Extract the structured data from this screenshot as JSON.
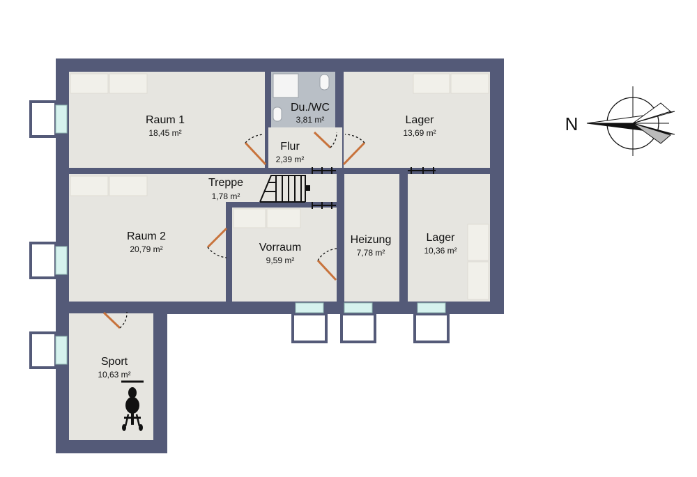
{
  "floorplan": {
    "rooms": {
      "raum1": {
        "name": "Raum 1",
        "area": "18,45 m²"
      },
      "duwc": {
        "name": "Du./WC",
        "area": "3,81 m²"
      },
      "lager1": {
        "name": "Lager",
        "area": "13,69 m²"
      },
      "flur": {
        "name": "Flur",
        "area": "2,39 m²"
      },
      "treppe": {
        "name": "Treppe",
        "area": "1,78 m²"
      },
      "raum2": {
        "name": "Raum 2",
        "area": "20,79 m²"
      },
      "vorraum": {
        "name": "Vorraum",
        "area": "9,59 m²"
      },
      "heizung": {
        "name": "Heizung",
        "area": "7,78 m²"
      },
      "lager2": {
        "name": "Lager",
        "area": "10,36 m²"
      },
      "sport": {
        "name": "Sport",
        "area": "10,63 m²"
      }
    },
    "compass": {
      "label": "N"
    },
    "colors": {
      "wall": "#545a78",
      "floor": "#e6e5e0",
      "bath_floor": "#b9bfc6",
      "door": "#c8733c",
      "furniture": "#f1f0ea"
    },
    "icons": [
      "exercise-bike-icon",
      "compass-rose-icon",
      "toilet-icon",
      "shower-icon",
      "sink-icon"
    ]
  }
}
